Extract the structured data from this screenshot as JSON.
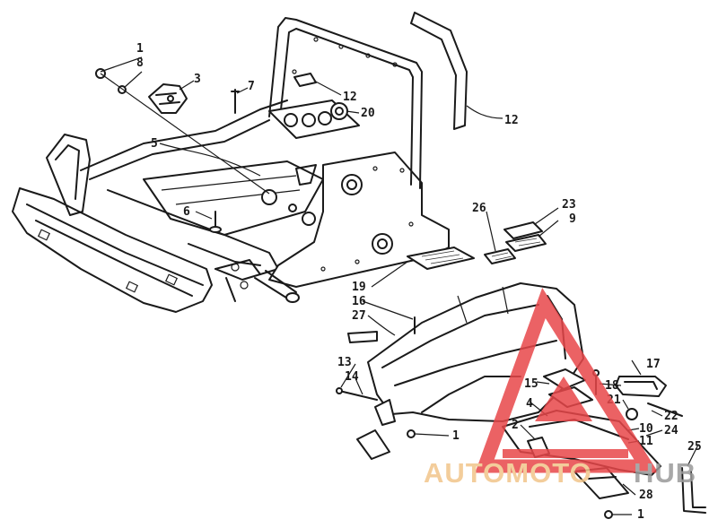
{
  "labels": {
    "l1a": "1",
    "l8": "8",
    "l3": "3",
    "l7": "7",
    "l12a": "12",
    "l20": "20",
    "l12b": "12",
    "l5": "5",
    "l6": "6",
    "l26": "26",
    "l23": "23",
    "l9": "9",
    "l19": "19",
    "l16": "16",
    "l27": "27",
    "l13": "13",
    "l14": "14",
    "l17": "17",
    "l18": "18",
    "l15": "15",
    "l21": "21",
    "l4": "4",
    "l22": "22",
    "l2": "2",
    "l10": "10",
    "l11": "11",
    "l24": "24",
    "l1b": "1",
    "l25": "25",
    "l28": "28",
    "l1c": "1"
  },
  "watermark": {
    "word_a": "AUTOMOTO",
    "word_b": "HUB",
    "color_a": "#f2c58a",
    "color_b": "#9a9a9a",
    "logo_color": "#e8474a"
  }
}
